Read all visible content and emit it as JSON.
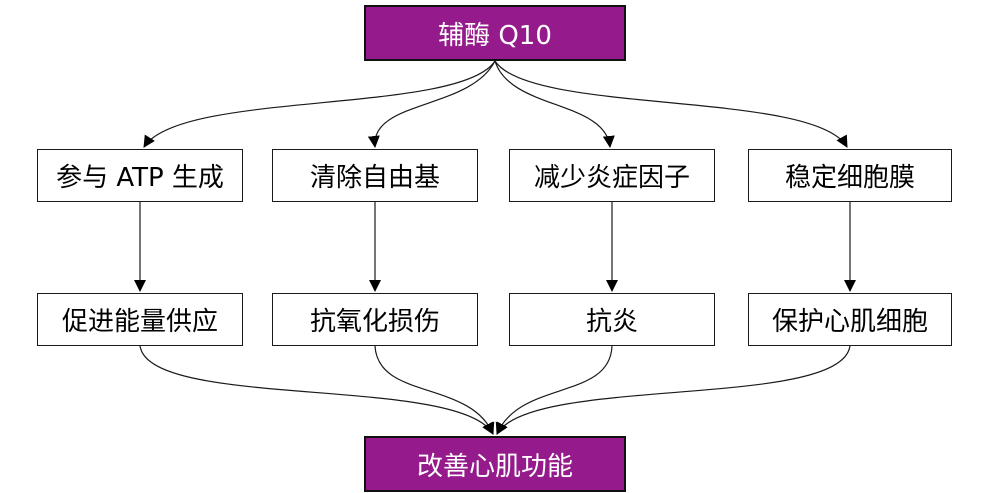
{
  "colors": {
    "accent": "#951b8c",
    "accent_text": "#ffffff",
    "line": "#1a1a1a"
  },
  "diagram": {
    "top": "辅酶 Q10",
    "mechanisms": [
      "参与 ATP 生成",
      "清除自由基",
      "减少炎症因子",
      "稳定细胞膜"
    ],
    "effects": [
      "促进能量供应",
      "抗氧化损伤",
      "抗炎",
      "保护心肌细胞"
    ],
    "bottom": "改善心肌功能"
  }
}
